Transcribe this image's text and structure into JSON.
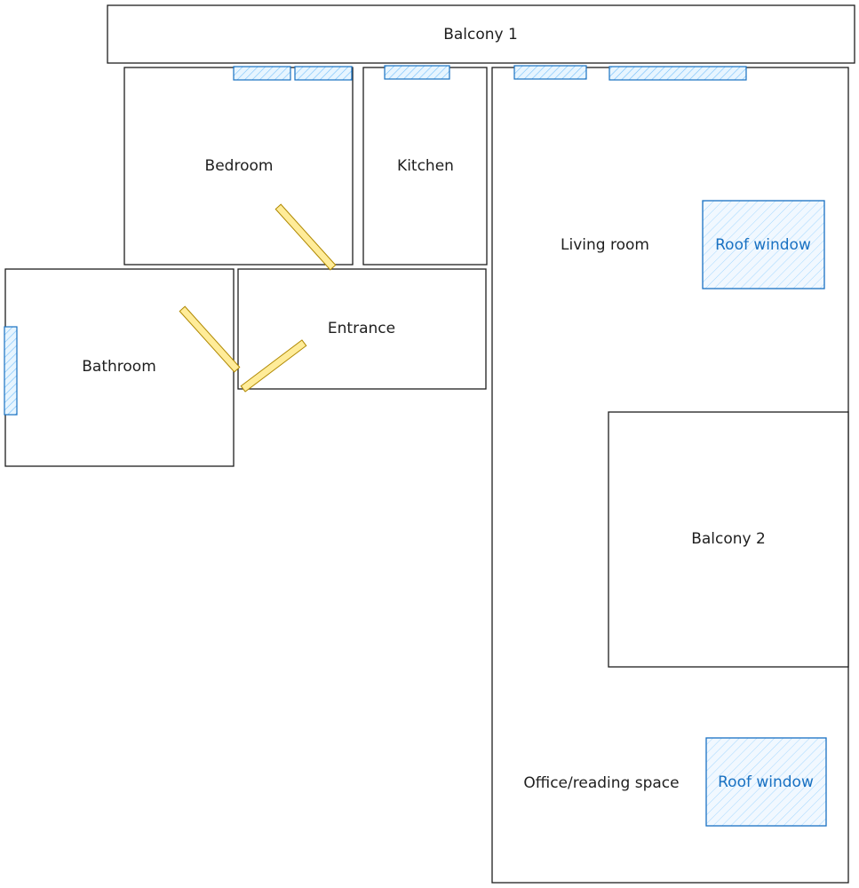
{
  "rooms": {
    "balcony1": "Balcony 1",
    "bedroom": "Bedroom",
    "kitchen": "Kitchen",
    "living_room": "Living room",
    "entrance": "Entrance",
    "bathroom": "Bathroom",
    "balcony2": "Balcony 2",
    "office": "Office/reading space"
  },
  "roof_windows": {
    "upper": "Roof window",
    "lower": "Roof window"
  },
  "colors": {
    "wall": "#1e1e1e",
    "window": "#1971c2",
    "door": "#ffec99"
  }
}
